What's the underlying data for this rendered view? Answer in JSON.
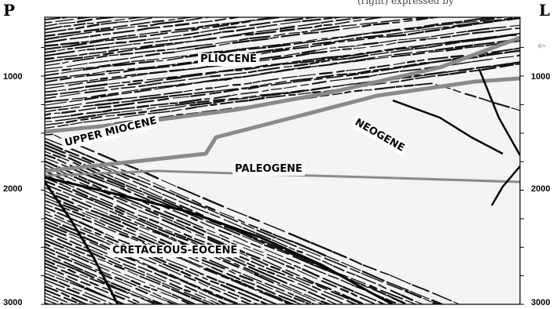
{
  "section": {
    "left_endpoint": "P",
    "right_endpoint": "L",
    "top_caption_fragment": "(right) expressed by",
    "arrow_glyph": "⇐"
  },
  "axes": {
    "left_ticks": [
      "1000",
      "2000",
      "3000"
    ],
    "right_ticks": [
      "1000",
      "2000",
      "3000"
    ]
  },
  "units": [
    {
      "label": "PLIOCENE"
    },
    {
      "label": "UPPER MIOCENE"
    },
    {
      "label": "NEOGENE"
    },
    {
      "label": "PALEOGENE"
    },
    {
      "label": "CRETACEOUS-EOCENE"
    }
  ],
  "colors": {
    "background": "#ffffff",
    "reflector": "#111111",
    "horizon_gray": "#8a8a8a",
    "fault_black": "#000000"
  }
}
